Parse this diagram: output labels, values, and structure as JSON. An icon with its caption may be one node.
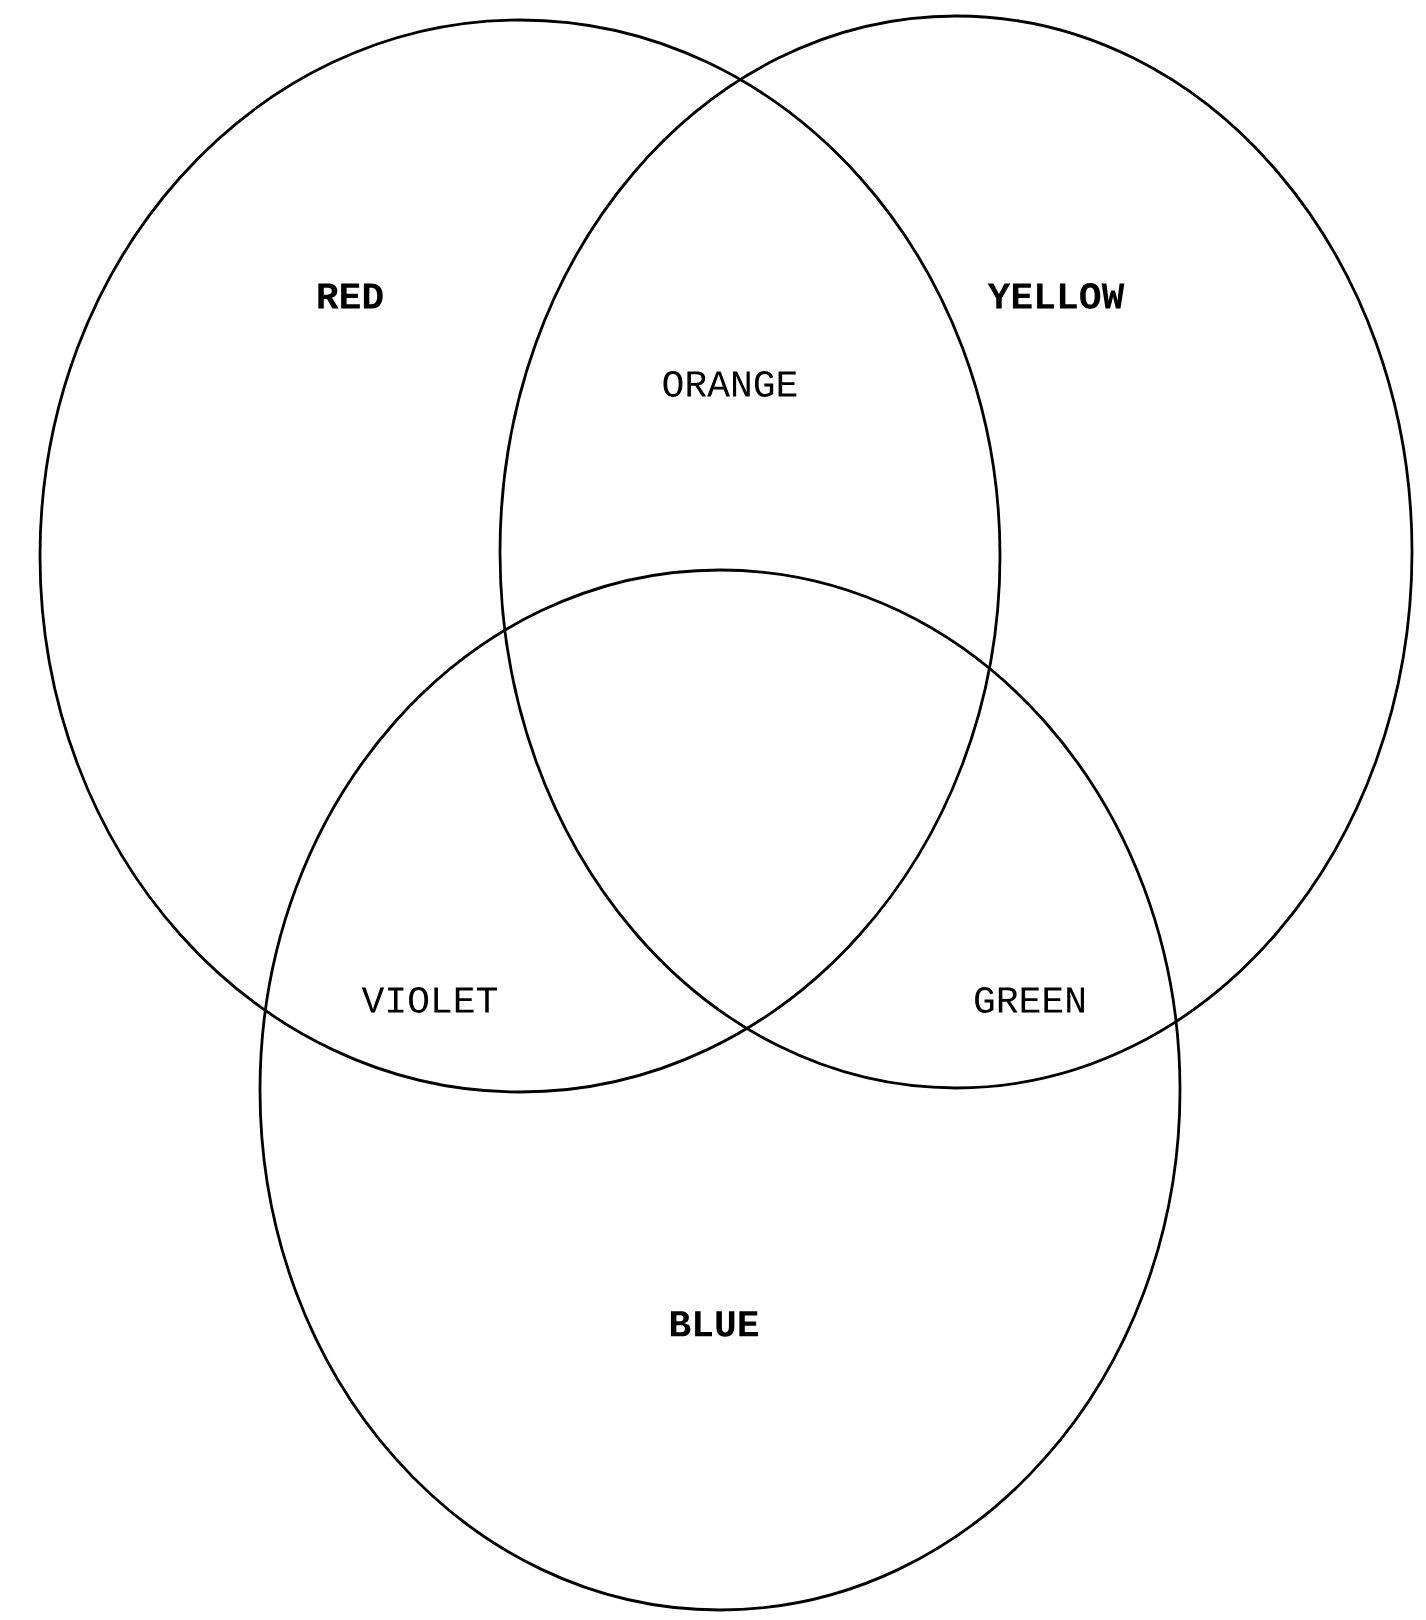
{
  "diagram": {
    "nodes": [
      {
        "text": [
          "RED"
        ]
      },
      {
        "text": [
          "YELLOW"
        ]
      },
      {
        "text": [
          "BLUE"
        ]
      }
    ],
    "labels": [
      "ORANGE",
      "VIOLET",
      "GREEN"
    ]
  }
}
